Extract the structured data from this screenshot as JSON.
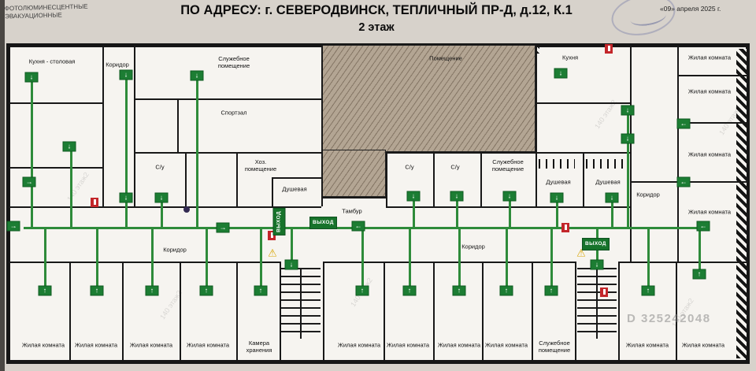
{
  "header": {
    "corner_note_line1": "ФОТОЛЮМИНЕСЦЕНТНЫЕ",
    "corner_note_line2": "ЭВАКУАЦИОННЫЕ",
    "title": "ПО АДРЕСУ: г. СЕВЕРОДВИНСК,  ТЕПЛИЧНЫЙ ПР-Д, д.12, К.1",
    "floor_label": "2 этаж",
    "stamp_date": "«09» апреля 2025 г."
  },
  "plan": {
    "exit_label": "ВЫХОД",
    "rooms": [
      {
        "label": "Кухня - столовая"
      },
      {
        "label": "Коридор"
      },
      {
        "label": "Служебное помещение"
      },
      {
        "label": "Спортзал"
      },
      {
        "label": "С/у"
      },
      {
        "label": "Хоз. помещение"
      },
      {
        "label": "Душевая"
      },
      {
        "label": "Помещение"
      },
      {
        "label": "Тамбур"
      },
      {
        "label": "С/у"
      },
      {
        "label": "С/у"
      },
      {
        "label": "Служебное помещение"
      },
      {
        "label": "Душевая"
      },
      {
        "label": "Душевая"
      },
      {
        "label": "Кухня"
      },
      {
        "label": "Жилая комната"
      },
      {
        "label": "Жилая комната"
      },
      {
        "label": "Жилая комната"
      },
      {
        "label": "Коридор"
      },
      {
        "label": "Жилая комната"
      },
      {
        "label": "Коридор"
      },
      {
        "label": "Коридор"
      },
      {
        "label": "Жилая комната"
      },
      {
        "label": "Жилая комната"
      },
      {
        "label": "Жилая комната"
      },
      {
        "label": "Жилая комната"
      },
      {
        "label": "Камера хранения"
      },
      {
        "label": "Жилая комната"
      },
      {
        "label": "Жилая комната"
      },
      {
        "label": "Жилая комната"
      },
      {
        "label": "Жилая комната"
      },
      {
        "label": "Служебное помещение"
      },
      {
        "label": "Жилая комната"
      },
      {
        "label": "Жилая комната"
      }
    ]
  },
  "glyphs": {
    "up": "↑",
    "down": "↓",
    "left": "←",
    "right": "→",
    "warning": "⚠"
  },
  "watermarks": {
    "doc_id": "D 325242048",
    "diagonal": "140 этаж2"
  },
  "colors": {
    "route_green": "#2e8b3a",
    "sign_green": "#1c7d33",
    "alarm_red": "#c3262a",
    "hatch_fill": "#b3a593",
    "warning_yellow": "#d8a400"
  }
}
